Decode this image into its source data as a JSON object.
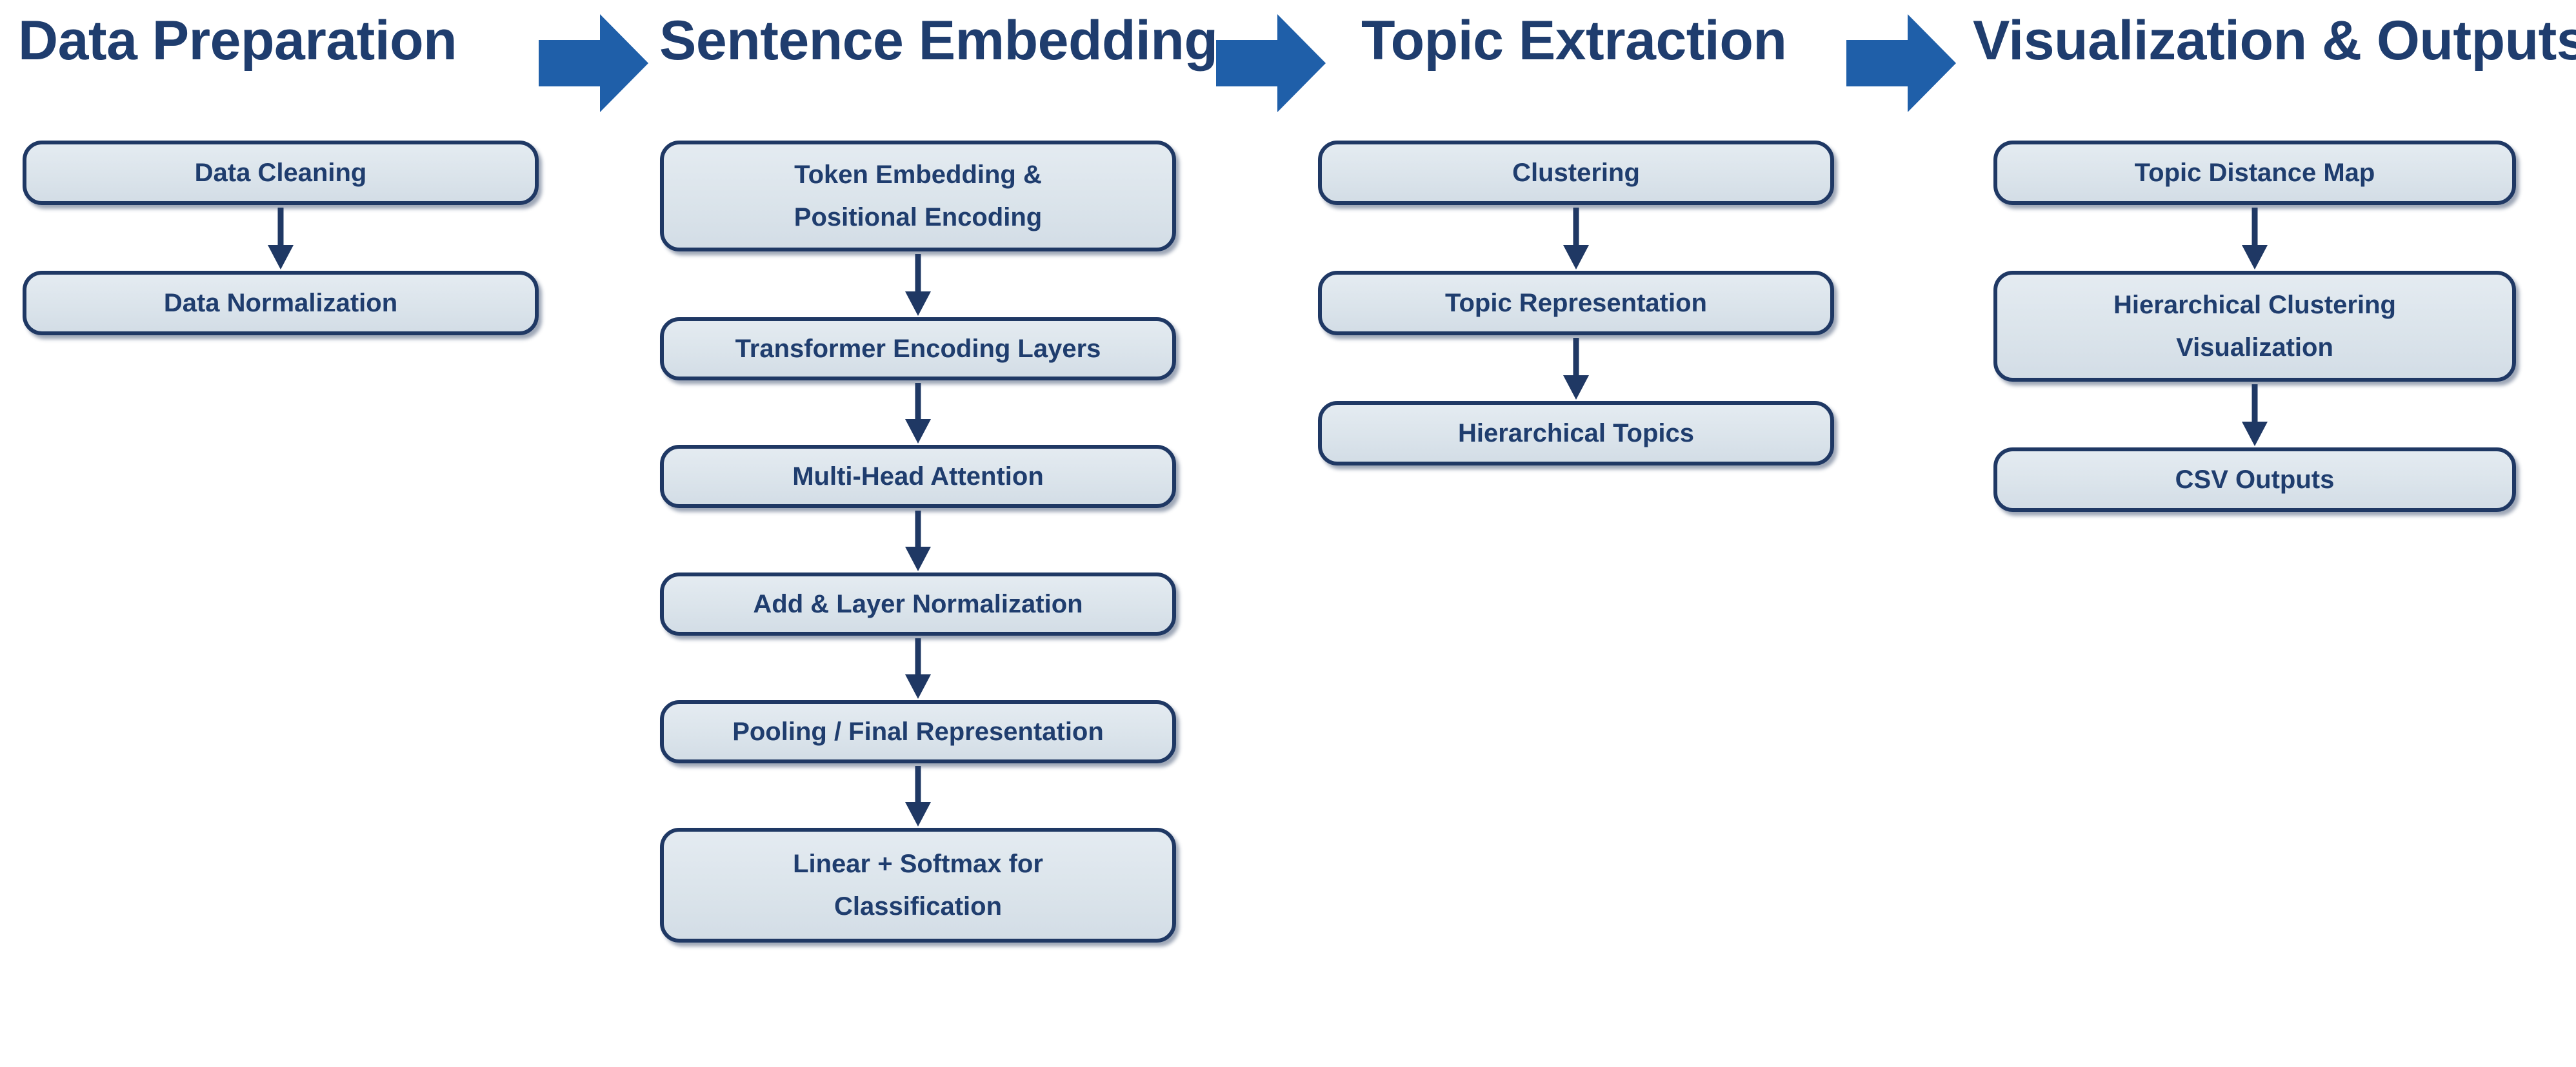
{
  "diagram": {
    "title_color": "#1f3d6e",
    "box_fill": "#dde6ec",
    "box_border": "#1f3864",
    "arrow_color": "#1f5fa9",
    "connector_color": "#1f3864",
    "stages": [
      {
        "header": "Data Preparation",
        "steps": [
          {
            "label": "Data Cleaning"
          },
          {
            "label": "Data Normalization"
          }
        ]
      },
      {
        "header": "Sentence Embedding",
        "steps": [
          {
            "label": "Token Embedding &",
            "label2": "Positional Encoding"
          },
          {
            "label": "Transformer Encoding Layers"
          },
          {
            "label": "Multi-Head Attention"
          },
          {
            "label": "Add & Layer Normalization"
          },
          {
            "label": "Pooling / Final Representation"
          },
          {
            "label": "Linear + Softmax for",
            "label2": "Classification"
          }
        ]
      },
      {
        "header": "Topic Extraction",
        "steps": [
          {
            "label": "Clustering"
          },
          {
            "label": "Topic Representation"
          },
          {
            "label": "Hierarchical Topics"
          }
        ]
      },
      {
        "header": "Visualization & Outputs",
        "steps": [
          {
            "label": "Topic Distance Map"
          },
          {
            "label": "Hierarchical Clustering",
            "label2": "Visualization"
          },
          {
            "label": "CSV Outputs"
          }
        ]
      }
    ],
    "stage_arrows": [
      {
        "name": "stage-arrow-1"
      },
      {
        "name": "stage-arrow-2"
      },
      {
        "name": "stage-arrow-3"
      }
    ]
  }
}
